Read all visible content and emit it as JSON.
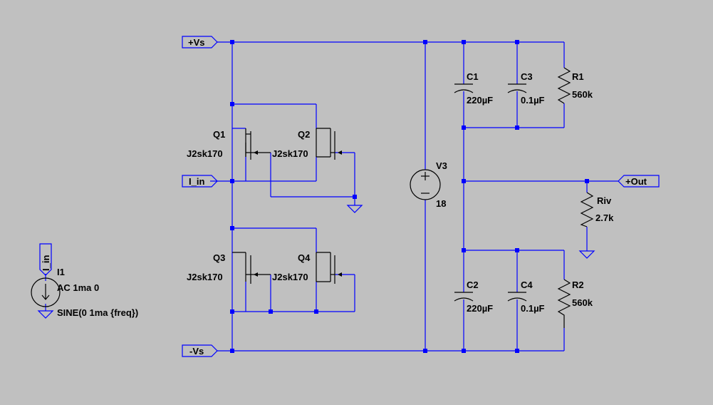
{
  "net_labels": {
    "vs_pos": "+Vs",
    "vs_neg": "-Vs",
    "i_in": "I_in",
    "i_in_src": "I_in",
    "out": "+Out"
  },
  "components": {
    "q1": {
      "ref": "Q1",
      "value": "J2sk170"
    },
    "q2": {
      "ref": "Q2",
      "value": "J2sk170"
    },
    "q3": {
      "ref": "Q3",
      "value": "J2sk170"
    },
    "q4": {
      "ref": "Q4",
      "value": "J2sk170"
    },
    "v3": {
      "ref": "V3",
      "value": "18"
    },
    "c1": {
      "ref": "C1",
      "value": "220µF"
    },
    "c2": {
      "ref": "C2",
      "value": "220µF"
    },
    "c3": {
      "ref": "C3",
      "value": "0.1µF"
    },
    "c4": {
      "ref": "C4",
      "value": "0.1µF"
    },
    "r1": {
      "ref": "R1",
      "value": "560k"
    },
    "r2": {
      "ref": "R2",
      "value": "560k"
    },
    "riv": {
      "ref": "Riv",
      "value": "2.7k"
    },
    "i1": {
      "ref": "I1",
      "value": "AC 1ma 0",
      "value2": "SINE(0 1ma {freq})"
    }
  },
  "colors": {
    "background": "#c0c0c0",
    "wire": "#0000ff",
    "symbol": "#000000"
  }
}
